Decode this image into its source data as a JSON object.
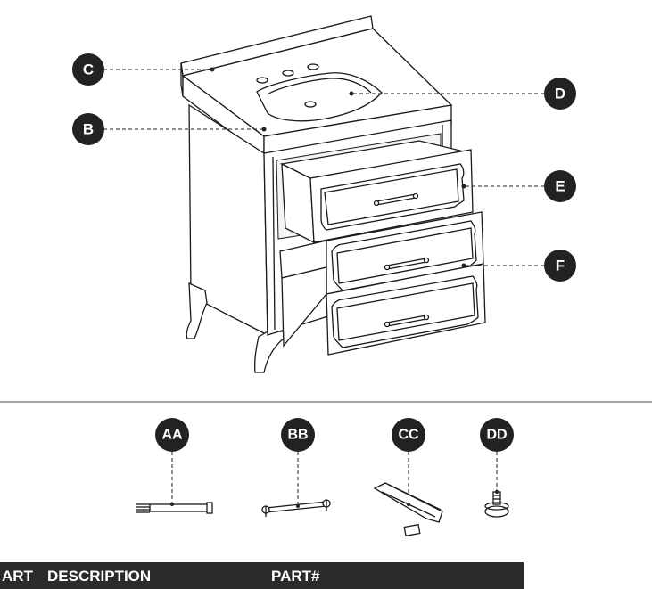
{
  "callouts": {
    "C": "C",
    "B": "B",
    "D": "D",
    "E": "E",
    "F": "F",
    "AA": "AA",
    "BB": "BB",
    "CC": "CC",
    "DD": "DD"
  },
  "parts_table": {
    "col_part": "ART",
    "col_description": "DESCRIPTION",
    "col_part_number": "PART#"
  },
  "colors": {
    "callout_fill": "#222222",
    "header_bg": "#2b2b2b"
  }
}
